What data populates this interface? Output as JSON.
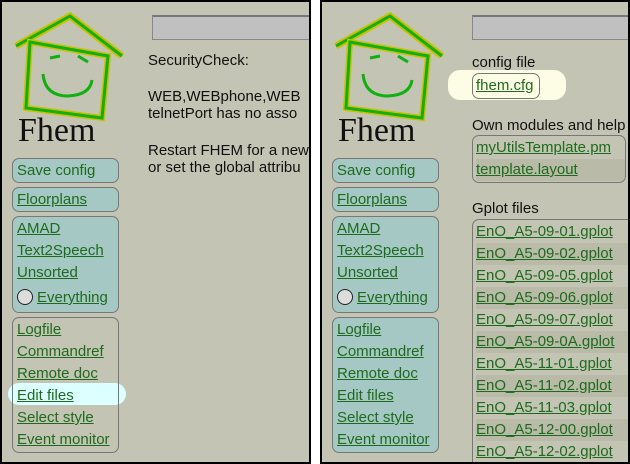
{
  "logo_text": "Fhem",
  "menu": {
    "save": "Save config",
    "floorplans": "Floorplans",
    "rooms": [
      "AMAD",
      "Text2Speech",
      "Unsorted",
      "Everything"
    ],
    "tools": [
      "Logfile",
      "Commandref",
      "Remote doc",
      "Edit files",
      "Select style",
      "Event monitor"
    ]
  },
  "left_content": {
    "title": "SecurityCheck:",
    "line1": "WEB,WEBphone,WEB",
    "line2": "telnetPort has no asso",
    "line3": "Restart FHEM for a new",
    "line4": "or set the global attribu"
  },
  "right_content": {
    "config_heading": "config file",
    "config_file": "fhem.cfg",
    "own_heading": "Own modules and help",
    "own_files": [
      "myUtilsTemplate.pm",
      "template.layout"
    ],
    "gplot_heading": "Gplot files",
    "gplot_files": [
      "EnO_A5-09-01.gplot",
      "EnO_A5-09-02.gplot",
      "EnO_A5-09-05.gplot",
      "EnO_A5-09-06.gplot",
      "EnO_A5-09-07.gplot",
      "EnO_A5-09-0A.gplot",
      "EnO_A5-11-01.gplot",
      "EnO_A5-11-02.gplot",
      "EnO_A5-11-03.gplot",
      "EnO_A5-12-00.gplot",
      "EnO_A5-12-02.gplot"
    ]
  },
  "colors": {
    "highlight_left": "#dcffff",
    "highlight_right": "#fdfde6",
    "link": "#1d6b1d"
  }
}
